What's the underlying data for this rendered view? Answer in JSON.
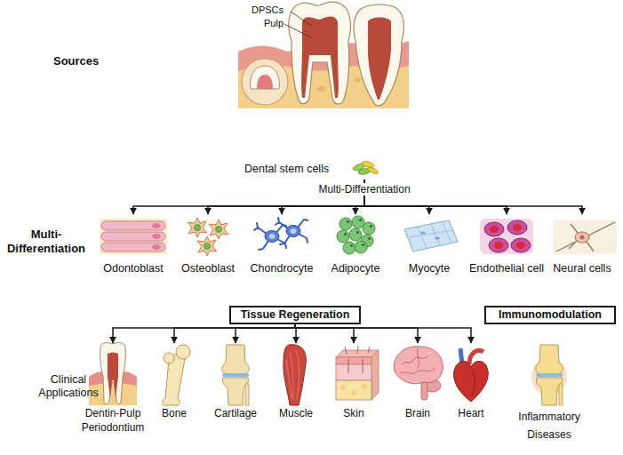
{
  "diagram": {
    "nodes": [
      {
        "text": [
          "Dental stem cells"
        ]
      },
      {
        "text": [
          "Odontoblast"
        ]
      },
      {
        "text": [
          "Osteoblast"
        ]
      },
      {
        "text": [
          "Chondrocyte"
        ]
      },
      {
        "text": [
          "Adipocyte"
        ]
      },
      {
        "text": [
          "Myocyte"
        ]
      },
      {
        "text": [
          "Endothelial cell"
        ]
      },
      {
        "text": [
          "Neural cells"
        ]
      },
      {
        "text": [
          "Tissue Regeneration"
        ]
      },
      {
        "text": [
          "Immunomodulation"
        ]
      },
      {
        "text": [
          "Dentin-Pulp Periodontium"
        ]
      },
      {
        "text": [
          "Bone"
        ]
      },
      {
        "text": [
          "Cartilage"
        ]
      },
      {
        "text": [
          "Muscle"
        ]
      },
      {
        "text": [
          "Skin"
        ]
      },
      {
        "text": [
          "Brain"
        ]
      },
      {
        "text": [
          "Heart"
        ]
      },
      {
        "text": [
          "Inflammatory Diseases"
        ]
      }
    ],
    "edges": [
      {
        "from": 0,
        "to": 1,
        "arrow": "to"
      },
      {
        "from": 0,
        "to": 2,
        "arrow": "to"
      },
      {
        "from": 0,
        "to": 3,
        "arrow": "to"
      },
      {
        "from": 0,
        "to": 4,
        "arrow": "to"
      },
      {
        "from": 0,
        "to": 5,
        "arrow": "to"
      },
      {
        "from": 0,
        "to": 6,
        "arrow": "to"
      },
      {
        "from": 0,
        "to": 7,
        "arrow": "to"
      },
      {
        "from": 8,
        "to": 10,
        "arrow": "to"
      },
      {
        "from": 8,
        "to": 11,
        "arrow": "to"
      },
      {
        "from": 8,
        "to": 12,
        "arrow": "to"
      },
      {
        "from": 8,
        "to": 13,
        "arrow": "to"
      },
      {
        "from": 8,
        "to": 14,
        "arrow": "to"
      },
      {
        "from": 8,
        "to": 15,
        "arrow": "to"
      },
      {
        "from": 8,
        "to": 16,
        "arrow": "to"
      }
    ],
    "labels": [
      "Sources",
      "DPSCs",
      "Pulp",
      "Multi-Differentiation",
      "Multi- Differentiation",
      "Clinical Applications"
    ]
  }
}
